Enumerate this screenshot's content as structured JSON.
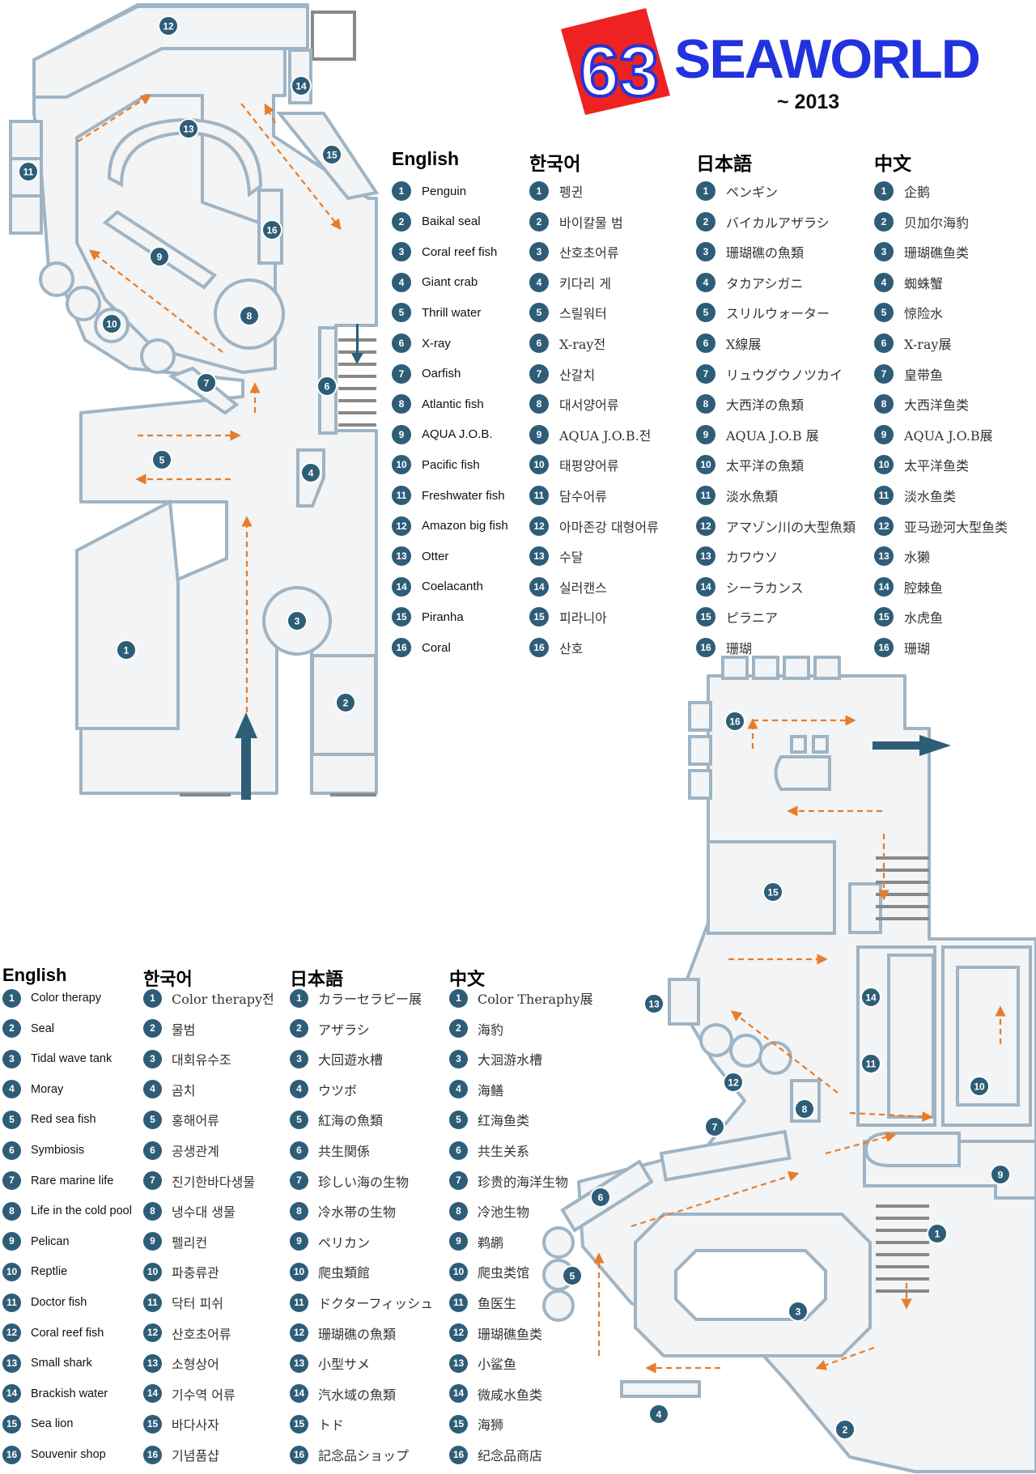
{
  "brand": {
    "logo_mark_text": "63",
    "name": "SEAWORLD",
    "year": "~ 2013",
    "colors": {
      "red": "#ee2222",
      "blue": "#2233dd"
    }
  },
  "map_colors": {
    "wall_outline": "#9fb4c4",
    "floor_fill": "#f2f4f5",
    "badge": "#2e5d78",
    "arrow_dashed": "#e87c2a",
    "arrow_solid": "#2e5d78",
    "divider": "#888888"
  },
  "floor1": {
    "markers": [
      "1",
      "2",
      "3",
      "4",
      "5",
      "6",
      "7",
      "8",
      "9",
      "10",
      "11",
      "12",
      "13",
      "14",
      "15",
      "16"
    ],
    "legend": {
      "headers": {
        "en": "English",
        "ko": "한국어",
        "ja": "日本語",
        "zh": "中文"
      },
      "entries": [
        {
          "n": "1",
          "en": "Penguin",
          "ko": "펭귄",
          "ja": "ペンギン",
          "zh": "企鹅"
        },
        {
          "n": "2",
          "en": "Baikal seal",
          "ko": "바이칼물 범",
          "ja": "バイカルアザラシ",
          "zh": "贝加尔海豹"
        },
        {
          "n": "3",
          "en": "Coral reef fish",
          "ko": "산호초어류",
          "ja": "珊瑚礁の魚類",
          "zh": "珊瑚礁鱼类"
        },
        {
          "n": "4",
          "en": "Giant crab",
          "ko": "키다리 게",
          "ja": "タカアシガニ",
          "zh": "蜘蛛蟹"
        },
        {
          "n": "5",
          "en": "Thrill water",
          "ko": "스릴워터",
          "ja": "スリルウォーター",
          "zh": "惊险水"
        },
        {
          "n": "6",
          "en": "X-ray",
          "ko": "X-ray전",
          "ja": "X線展",
          "zh": "X-ray展"
        },
        {
          "n": "7",
          "en": "Oarfish",
          "ko": "산갈치",
          "ja": "リュウグウノツカイ",
          "zh": "皇带鱼"
        },
        {
          "n": "8",
          "en": "Atlantic fish",
          "ko": "대서양어류",
          "ja": "大西洋の魚類",
          "zh": "大西洋鱼类"
        },
        {
          "n": "9",
          "en": "AQUA J.O.B.",
          "ko": "AQUA J.O.B.전",
          "ja": "AQUA J.O.B 展",
          "zh": "AQUA J.O.B展"
        },
        {
          "n": "10",
          "en": "Pacific fish",
          "ko": "태평양어류",
          "ja": "太平洋の魚類",
          "zh": "太平洋鱼类"
        },
        {
          "n": "11",
          "en": "Freshwater fish",
          "ko": "담수어류",
          "ja": "淡水魚類",
          "zh": "淡水鱼类"
        },
        {
          "n": "12",
          "en": "Amazon big fish",
          "ko": "아마존강 대형어류",
          "ja": "アマゾン川の大型魚類",
          "zh": "亚马逊河大型鱼类"
        },
        {
          "n": "13",
          "en": "Otter",
          "ko": "수달",
          "ja": "カワウソ",
          "zh": "水獭"
        },
        {
          "n": "14",
          "en": "Coelacanth",
          "ko": "실러캔스",
          "ja": "シーラカンス",
          "zh": "腔棘鱼"
        },
        {
          "n": "15",
          "en": "Piranha",
          "ko": "피라니아",
          "ja": "ピラニア",
          "zh": "水虎鱼"
        },
        {
          "n": "16",
          "en": "Coral",
          "ko": "산호",
          "ja": "珊瑚",
          "zh": "珊瑚"
        }
      ]
    }
  },
  "floor2": {
    "markers": [
      "1",
      "2",
      "3",
      "4",
      "5",
      "6",
      "7",
      "8",
      "9",
      "10",
      "11",
      "12",
      "13",
      "14",
      "15",
      "16"
    ],
    "legend": {
      "headers": {
        "en": "English",
        "ko": "한국어",
        "ja": "日本語",
        "zh": "中文"
      },
      "entries": [
        {
          "n": "1",
          "en": "Color therapy",
          "ko": "Color therapy전",
          "ja": "カラーセラピー展",
          "zh": "Color Theraphy展"
        },
        {
          "n": "2",
          "en": "Seal",
          "ko": "물범",
          "ja": "アザラシ",
          "zh": "海豹"
        },
        {
          "n": "3",
          "en": "Tidal wave tank",
          "ko": "대회유수조",
          "ja": "大回遊水槽",
          "zh": "大洄游水槽"
        },
        {
          "n": "4",
          "en": "Moray",
          "ko": "곰치",
          "ja": "ウツボ",
          "zh": "海鳝"
        },
        {
          "n": "5",
          "en": "Red sea fish",
          "ko": "홍해어류",
          "ja": "紅海の魚類",
          "zh": "红海鱼类"
        },
        {
          "n": "6",
          "en": "Symbiosis",
          "ko": "공생관계",
          "ja": "共生関係",
          "zh": "共生关系"
        },
        {
          "n": "7",
          "en": "Rare marine life",
          "ko": "진기한바다생물",
          "ja": "珍しい海の生物",
          "zh": "珍贵的海洋生物"
        },
        {
          "n": "8",
          "en": "Life in the cold pool",
          "ko": "냉수대 생물",
          "ja": "冷水帯の生物",
          "zh": "冷池生物"
        },
        {
          "n": "9",
          "en": "Pelican",
          "ko": "펠리컨",
          "ja": "ペリカン",
          "zh": "鹈鹕"
        },
        {
          "n": "10",
          "en": "Reptlie",
          "ko": "파충류관",
          "ja": "爬虫類館",
          "zh": "爬虫类馆"
        },
        {
          "n": "11",
          "en": "Doctor fish",
          "ko": "닥터 피쉬",
          "ja": "ドクターフィッシュ",
          "zh": "鱼医生"
        },
        {
          "n": "12",
          "en": "Coral reef fish",
          "ko": "산호초어류",
          "ja": "珊瑚礁の魚類",
          "zh": "珊瑚礁鱼类"
        },
        {
          "n": "13",
          "en": "Small shark",
          "ko": "소형상어",
          "ja": "小型サメ",
          "zh": "小鲨鱼"
        },
        {
          "n": "14",
          "en": "Brackish water",
          "ko": "기수역 어류",
          "ja": "汽水域の魚類",
          "zh": "微咸水鱼类"
        },
        {
          "n": "15",
          "en": "Sea lion",
          "ko": "바다사자",
          "ja": "トド",
          "zh": "海狮"
        },
        {
          "n": "16",
          "en": "Souvenir shop",
          "ko": "기념품샵",
          "ja": "記念品ショップ",
          "zh": "纪念品商店"
        }
      ]
    }
  }
}
